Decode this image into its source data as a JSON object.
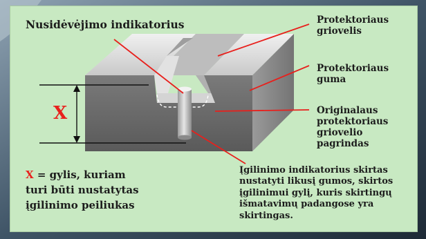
{
  "labels": {
    "wear_indicator": "Nusidėvėjimo indikatorius",
    "tread_groove": "Protektoriaus\ngriovelis",
    "tread_rubber": "Protektoriaus\nguma",
    "groove_base": "Originalaus\nprotektoriaus\ngriovelio\npagrindas",
    "depth_indicator_desc": "Įgilinimo indikatorius skirtas\nnustatyti likusį gumos, skirtos\nįgilinimui  gylį, kuris skirtingų\nišmatavimų padangose yra\nskirtingas.",
    "x_symbol": "X",
    "x_definition_prefix": "X",
    "x_definition_text": " = gylis, kuriam\nturi būti nustatytas\nįgilinimo peiliukas"
  },
  "colors": {
    "panel": "#c8e9c2",
    "leader_line": "#e8201c",
    "accent_text": "#e8201c",
    "block_top": "#d9d9d9",
    "block_front": "#6d6d6d",
    "block_side": "#8a8a8a"
  }
}
